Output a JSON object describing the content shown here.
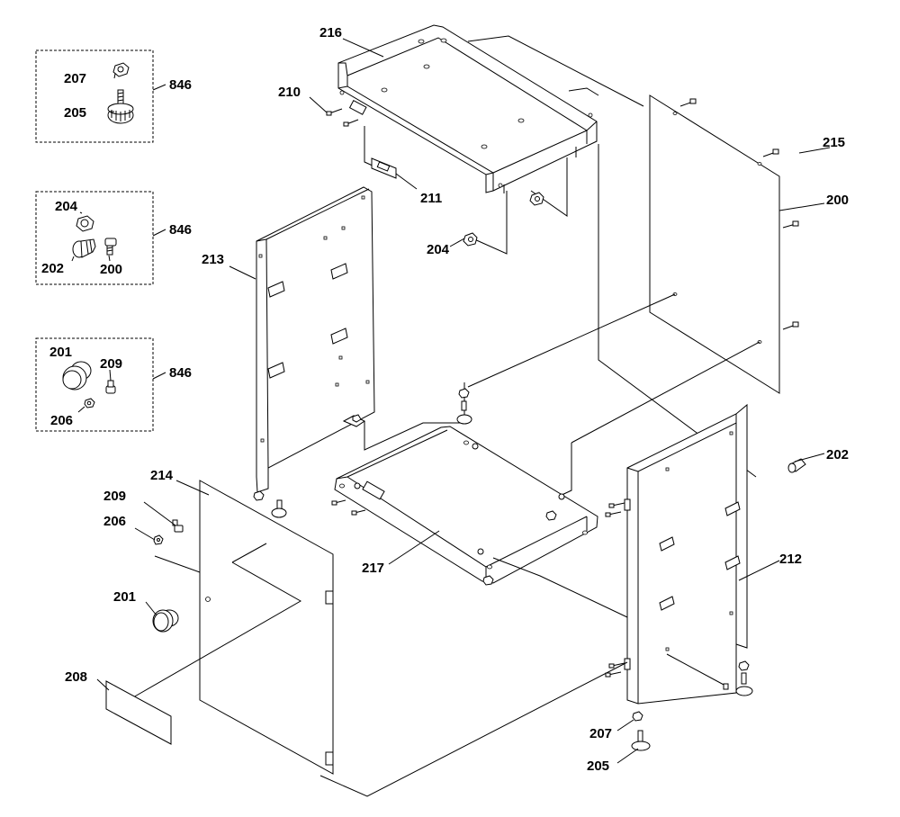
{
  "labels": {
    "l207_kit": "207",
    "l205_kit": "205",
    "l846_a": "846",
    "l204_kit": "204",
    "l846_b": "846",
    "l202_kit": "202",
    "l200_kit": "200",
    "l201_kit": "201",
    "l209_kit": "209",
    "l846_c": "846",
    "l206_kit": "206",
    "l216": "216",
    "l210": "210",
    "l211": "211",
    "l215": "215",
    "l200": "200",
    "l204": "204",
    "l213": "213",
    "l202": "202",
    "l214": "214",
    "l209": "209",
    "l206": "206",
    "l217": "217",
    "l212": "212",
    "l201": "201",
    "l208": "208",
    "l207": "207",
    "l205": "205"
  },
  "colors": {
    "line": "#000000",
    "background": "#ffffff"
  }
}
